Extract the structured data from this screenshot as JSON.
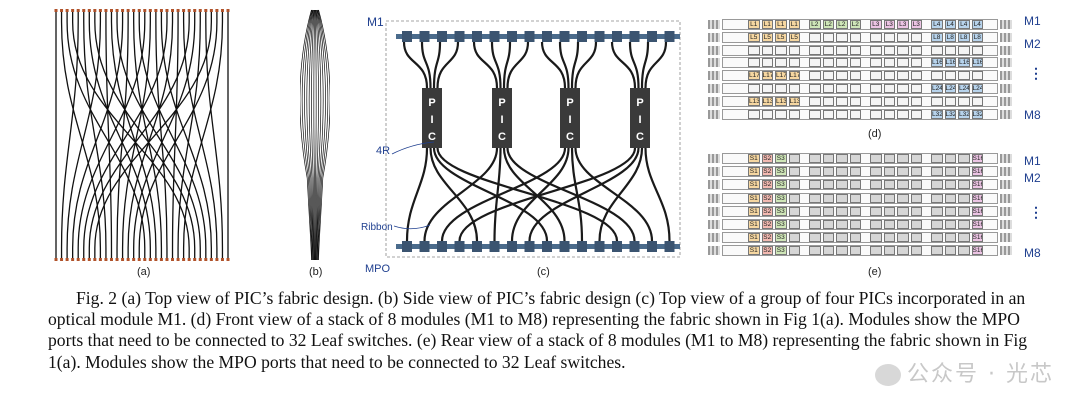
{
  "panels": {
    "a": {
      "label": "(a)"
    },
    "b": {
      "label": "(b)"
    },
    "c": {
      "label": "(c)",
      "module_label": "M1",
      "pic_letters": [
        "P",
        "I",
        "C"
      ],
      "bend_label": "4R",
      "ribbon_label": "Ribbon",
      "mpo_label": "MPO"
    },
    "d": {
      "label": "(d)",
      "module_labels": [
        "M1",
        "M2",
        "⋮",
        "M8"
      ],
      "rows": [
        [
          "L1",
          "L1",
          "L1",
          "L1",
          "L2",
          "L2",
          "L2",
          "L2",
          "L3",
          "L3",
          "L3",
          "L3",
          "L4",
          "L4",
          "L4",
          "L4"
        ],
        [
          "L5",
          "L5",
          "L5",
          "L5",
          "",
          "",
          "",
          "",
          "",
          "",
          "",
          "",
          "L8",
          "L8",
          "L8",
          "L8"
        ],
        [
          "",
          "",
          "",
          "",
          "",
          "",
          "",
          "",
          "",
          "",
          "",
          "",
          "",
          "",
          "",
          ""
        ],
        [
          "",
          "",
          "",
          "",
          "",
          "",
          "",
          "",
          "",
          "",
          "",
          "",
          "L16",
          "L16",
          "L16",
          "L16"
        ],
        [
          "L17",
          "L17",
          "L17",
          "L17",
          "",
          "",
          "",
          "",
          "",
          "",
          "",
          "",
          "",
          "",
          "",
          ""
        ],
        [
          "",
          "",
          "",
          "",
          "",
          "",
          "",
          "",
          "",
          "",
          "",
          "",
          "L24",
          "L24",
          "L24",
          "L24"
        ],
        [
          "L13",
          "L13",
          "L13",
          "L13",
          "",
          "",
          "",
          "",
          "",
          "",
          "",
          "",
          "",
          "",
          "",
          ""
        ],
        [
          "",
          "",
          "",
          "",
          "",
          "",
          "",
          "",
          "",
          "",
          "",
          "",
          "L32",
          "L32",
          "L32",
          "L32"
        ]
      ]
    },
    "e": {
      "label": "(e)",
      "module_labels": [
        "M1",
        "M2",
        "⋮",
        "M8"
      ],
      "labeled_cells": [
        "S1",
        "S2",
        "S3"
      ],
      "last_cell": "S16"
    }
  },
  "colors": {
    "orange": "#f6d7a1",
    "green": "#cfe6b8",
    "pink": "#ecc4e4",
    "blue": "#b7d3ec",
    "red": "#f3b9b1",
    "gray": "#d6d6d6",
    "label_blue": "#1f3f8f"
  },
  "caption": {
    "text": "Fig. 2 (a) Top view of PIC’s fabric design. (b) Side view of PIC’s fabric design (c) Top view of a group of four PICs incorporated in an optical module M1. (d) Front view of a stack of 8 modules (M1 to M8) representing the fabric shown in Fig 1(a). Modules show the MPO ports that need to be connected to 32 Leaf switches. (e) Rear view of a stack of 8 modules (M1 to M8) representing the fabric shown in Fig 1(a). Modules show the MPO ports that need to be connected to 32 Leaf switches."
  },
  "watermark": {
    "text": "公众号 · 光芯"
  }
}
